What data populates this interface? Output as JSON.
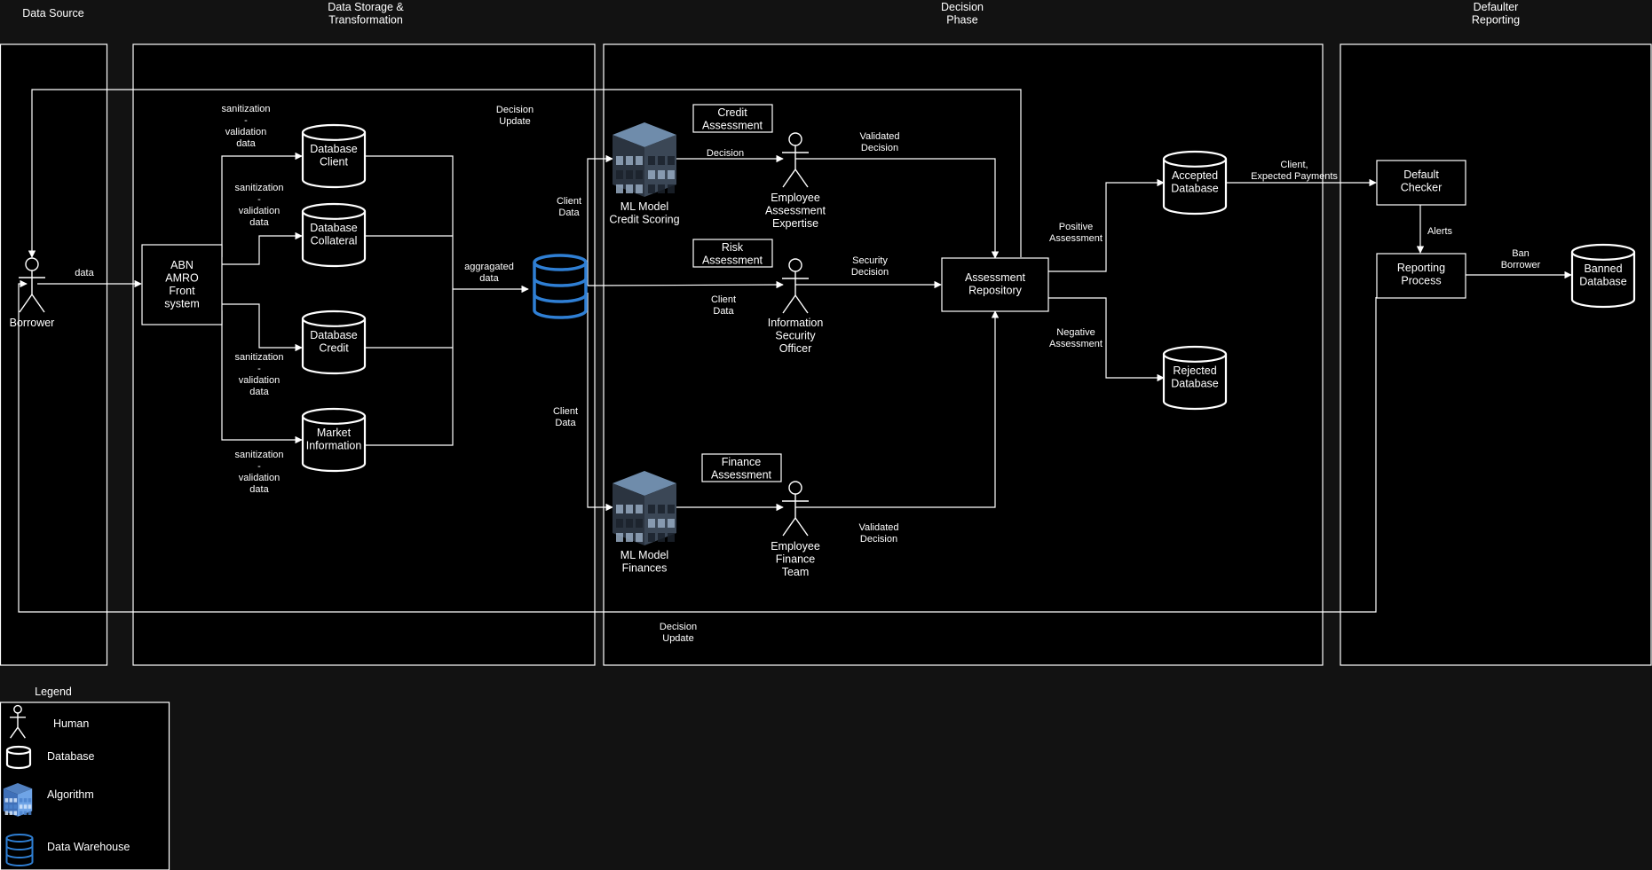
{
  "lanes": {
    "data_source": [
      "Data Source"
    ],
    "storage": [
      "Data Storage &",
      "Transformation"
    ],
    "decision": [
      "Decision",
      "Phase"
    ],
    "defaulter": [
      "Defaulter",
      "Reporting"
    ]
  },
  "actors": {
    "borrower": [
      "Borrower"
    ],
    "employee_assessment": [
      "Employee",
      "Assessment",
      "Expertise"
    ],
    "info_security": [
      "Information",
      "Security",
      "Officer"
    ],
    "employee_finance": [
      "Employee",
      "Finance",
      "Team"
    ]
  },
  "processes": {
    "abn_amro": [
      "ABN",
      "AMRO",
      "Front",
      "system"
    ],
    "assessment_repository": [
      "Assessment",
      "Repository"
    ],
    "default_checker": [
      "Default",
      "Checker"
    ],
    "reporting_process": [
      "Reporting",
      "Process"
    ],
    "credit_assessment": [
      "Credit",
      "Assessment"
    ],
    "risk_assessment": [
      "Risk",
      "Assessment"
    ],
    "finance_assessment": [
      "Finance",
      "Assessment"
    ]
  },
  "databases": {
    "client": [
      "Database",
      "Client"
    ],
    "collateral": [
      "Database",
      "Collateral"
    ],
    "credit": [
      "Database",
      "Credit"
    ],
    "market": [
      "Market",
      "Information"
    ],
    "accepted": [
      "Accepted",
      "Database"
    ],
    "rejected": [
      "Rejected",
      "Database"
    ],
    "banned": [
      "Banned",
      "Database"
    ]
  },
  "algorithms": {
    "credit_scoring": [
      "ML Model",
      "Credit Scoring"
    ],
    "finances": [
      "ML Model",
      "Finances"
    ]
  },
  "edge_labels": {
    "data": [
      "data"
    ],
    "sanit1": [
      "sanitization",
      "-",
      "validation",
      "data"
    ],
    "sanit2": [
      "sanitization",
      "-",
      "validation",
      "data"
    ],
    "sanit3": [
      "sanitization",
      "-",
      "validation",
      "data"
    ],
    "sanit4": [
      "sanitization",
      "-",
      "validation",
      "data"
    ],
    "aggregated": [
      "aggragated",
      "data"
    ],
    "decision_update_top": [
      "Decision",
      "Update"
    ],
    "decision_update_bottom": [
      "Decision",
      "Update"
    ],
    "client_data_top": [
      "Client",
      "Data"
    ],
    "client_data_mid": [
      "Client",
      "Data"
    ],
    "client_data_bottom": [
      "Client",
      "Data"
    ],
    "decision": [
      "Decision"
    ],
    "validated_decision_top": [
      "Validated",
      "Decision"
    ],
    "security_decision": [
      "Security",
      "Decision"
    ],
    "validated_decision_bottom": [
      "Validated",
      "Decision"
    ],
    "positive": [
      "Positive",
      "Assessment"
    ],
    "negative": [
      "Negative",
      "Assessment"
    ],
    "client_payments": [
      "Client,",
      "Expected Payments"
    ],
    "alerts": [
      "Alerts"
    ],
    "ban_borrower": [
      "Ban",
      "Borrower"
    ]
  },
  "legend": {
    "title": "Legend",
    "human": "Human",
    "database": "Database",
    "algorithm": "Algorithm",
    "warehouse": "Data Warehouse"
  },
  "colors": {
    "background": "#121212",
    "panel": "#000000",
    "stroke": "#ffffff",
    "warehouse": "#2f7fd4",
    "algorithm_dark": "#2b3440",
    "algorithm_light": "#6f8cab",
    "legend_algorithm": "#5b8fd6"
  }
}
